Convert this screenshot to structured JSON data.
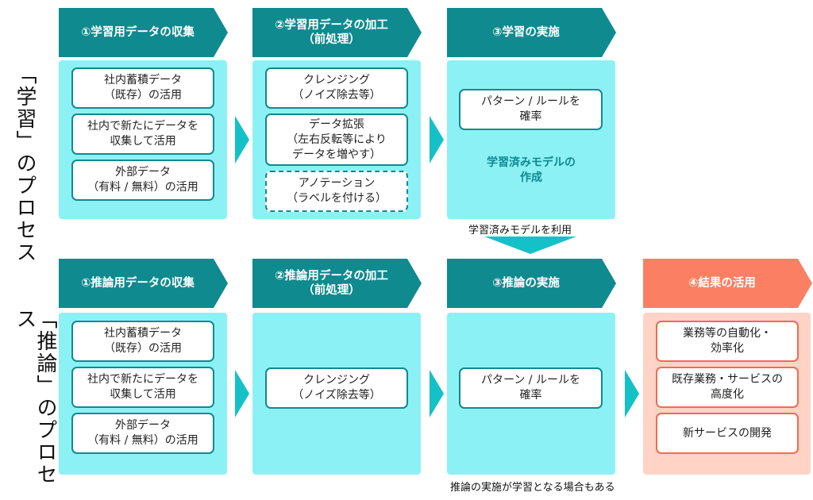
{
  "side_labels": {
    "learning": "「学習」のプロセス",
    "inference": "「推論」のプロセス"
  },
  "learning": {
    "steps": [
      {
        "label": "①学習用データの収集"
      },
      {
        "label": "②学習用データの加工\n（前処理）"
      },
      {
        "label": "③学習の実施"
      }
    ],
    "col1_boxes": [
      "社内蓄積データ\n（既存）の活用",
      "社内で新たにデータを\n収集して活用",
      "外部データ\n（有料 / 無料）の活用"
    ],
    "col2_boxes": [
      "クレンジング\n（ノイズ除去等）",
      "データ拡張\n（左右反転等により\nデータを増やす）",
      "アノテーション\n（ラベルを付ける）"
    ],
    "col3_box": "パターン / ルールを\n確率",
    "col3_note": "学習済みモデルの\n作成"
  },
  "connector_caption": "学習済みモデルを利用",
  "inference": {
    "steps": [
      {
        "label": "①推論用データの収集"
      },
      {
        "label": "②推論用データの加工\n（前処理）"
      },
      {
        "label": "③推論の実施"
      },
      {
        "label": "④結果の活用"
      }
    ],
    "col1_boxes": [
      "社内蓄積データ\n（既存）の活用",
      "社内で新たにデータを\n収集して活用",
      "外部データ\n（有料 / 無料）の活用"
    ],
    "col2_box": "クレンジング\n（ノイズ除去等）",
    "col3_box": "パターン / ルールを\n確率",
    "col4_boxes": [
      "業務等の自動化・\n効率化",
      "既存業務・サービスの\n高度化",
      "新サービスの開発"
    ]
  },
  "bottom_caption": "推論の実施が学習となる場合もある",
  "colors": {
    "header_teal": "#0f8a8f",
    "header_coral": "#fb7f63",
    "panel_cyan": "#8cf1f5",
    "panel_peach": "#ffd3c5",
    "arrow_cyan": "#14c1c6"
  }
}
